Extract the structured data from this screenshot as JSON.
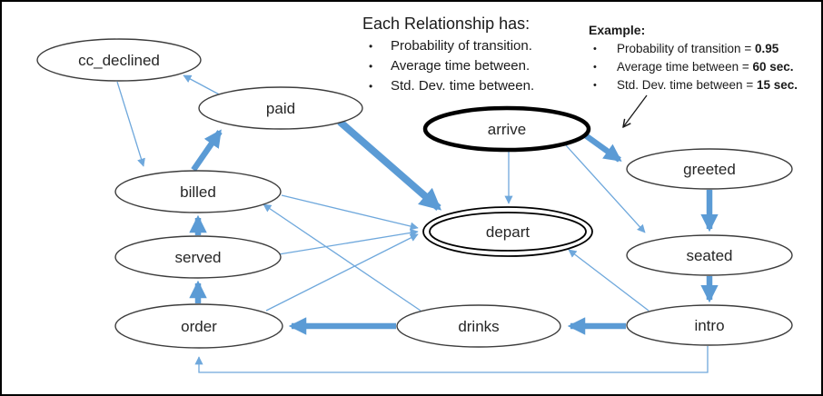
{
  "legend": {
    "title": "Each Relationship has:",
    "bullet": "•",
    "items": [
      "Probability of transition.",
      "Average time between.",
      "Std. Dev. time between."
    ]
  },
  "example": {
    "title": "Example",
    "colon": ":",
    "bullet": "•",
    "items": [
      {
        "label": "Probability of transition = ",
        "value": "0.95"
      },
      {
        "label": "Average time between = ",
        "value": "60 sec."
      },
      {
        "label": "Std. Dev. time between = ",
        "value": "15 sec."
      }
    ]
  },
  "nodes": {
    "cc_declined": {
      "label": "cc_declined"
    },
    "paid": {
      "label": "paid"
    },
    "billed": {
      "label": "billed"
    },
    "served": {
      "label": "served"
    },
    "order": {
      "label": "order"
    },
    "arrive": {
      "label": "arrive"
    },
    "depart": {
      "label": "depart"
    },
    "drinks": {
      "label": "drinks"
    },
    "greeted": {
      "label": "greeted"
    },
    "seated": {
      "label": "seated"
    },
    "intro": {
      "label": "intro"
    }
  },
  "edges": {
    "thick": [
      {
        "from": "billed",
        "to": "paid"
      },
      {
        "from": "paid",
        "to": "depart"
      },
      {
        "from": "arrive",
        "to": "greeted"
      },
      {
        "from": "greeted",
        "to": "seated"
      },
      {
        "from": "seated",
        "to": "intro"
      },
      {
        "from": "intro",
        "to": "drinks"
      },
      {
        "from": "drinks",
        "to": "order"
      },
      {
        "from": "order",
        "to": "served"
      },
      {
        "from": "served",
        "to": "billed"
      }
    ],
    "thin": [
      {
        "from": "cc_declined",
        "to": "billed"
      },
      {
        "from": "paid",
        "to": "cc_declined"
      },
      {
        "from": "arrive",
        "to": "depart"
      },
      {
        "from": "arrive",
        "to": "seated"
      },
      {
        "from": "billed",
        "to": "depart"
      },
      {
        "from": "served",
        "to": "depart"
      },
      {
        "from": "order",
        "to": "depart"
      },
      {
        "from": "drinks",
        "to": "billed"
      },
      {
        "from": "intro",
        "to": "depart"
      },
      {
        "from": "intro",
        "to": "order"
      }
    ]
  },
  "colors": {
    "edge_thick": "#5B9BD5",
    "edge_thin": "#6FA8DC",
    "node_stroke": "#3D3D3D",
    "highlight_stroke": "#000000",
    "text": "#1A1A1A"
  }
}
